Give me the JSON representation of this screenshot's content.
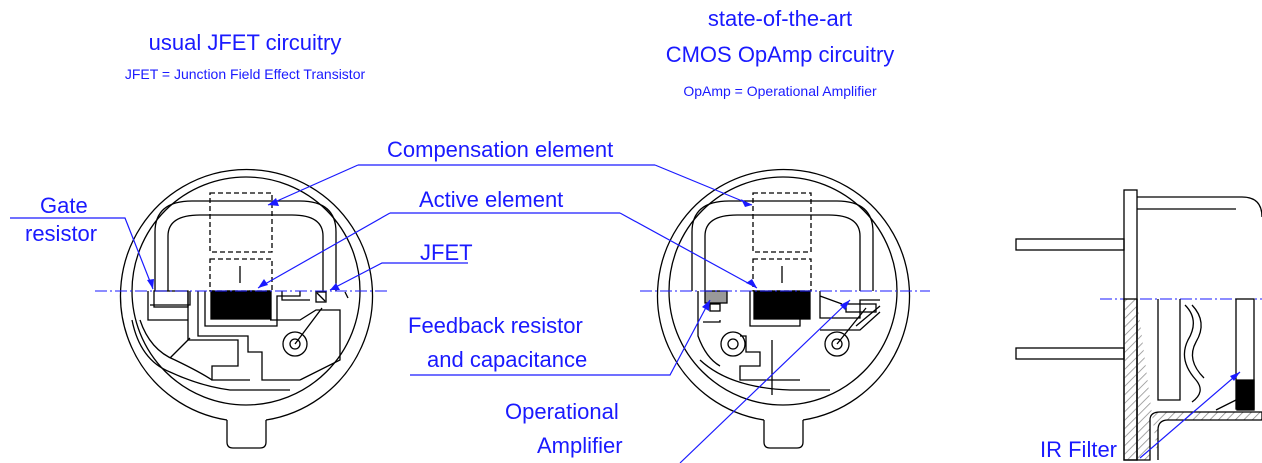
{
  "left": {
    "title": "usual JFET circuitry",
    "subtitle": "JFET = Junction Field Effect Transistor"
  },
  "middle": {
    "title_line1": "state-of-the-art",
    "title_line2": "CMOS OpAmp circuitry",
    "subtitle": "OpAmp = Operational Amplifier"
  },
  "labels": {
    "compensation_element": "Compensation element",
    "active_element": "Active element",
    "gate_resistor_line1": "Gate",
    "gate_resistor_line2": "resistor",
    "jfet": "JFET",
    "feedback_line1": "Feedback resistor",
    "feedback_line2": "and capacitance",
    "opamp_line1": "Operational",
    "opamp_line2": "Amplifier",
    "ir_filter": "IR Filter"
  },
  "colors": {
    "label": "#1a1aff",
    "drawing": "#000000",
    "hatch": "#888888"
  }
}
